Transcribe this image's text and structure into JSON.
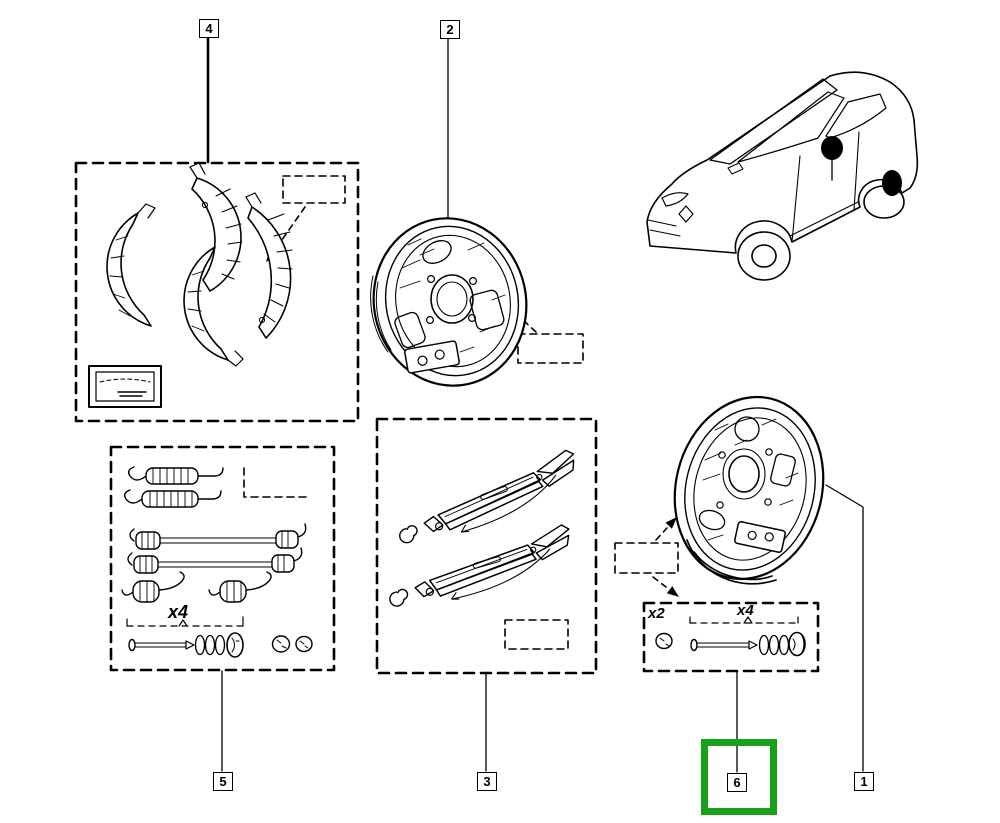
{
  "diagram": {
    "background": "#ffffff",
    "line_color": "#000000",
    "highlight_color": "#18a018",
    "selected_ref": "6"
  },
  "callouts": [
    {
      "ref": "4"
    },
    {
      "ref": "2"
    },
    {
      "ref": "5"
    },
    {
      "ref": "3"
    },
    {
      "ref": "6"
    },
    {
      "ref": "1"
    }
  ],
  "quantities": {
    "fitting_kit_pins": "x4",
    "pin_kit_caps": "x2",
    "pin_kit_pins": "x4"
  }
}
